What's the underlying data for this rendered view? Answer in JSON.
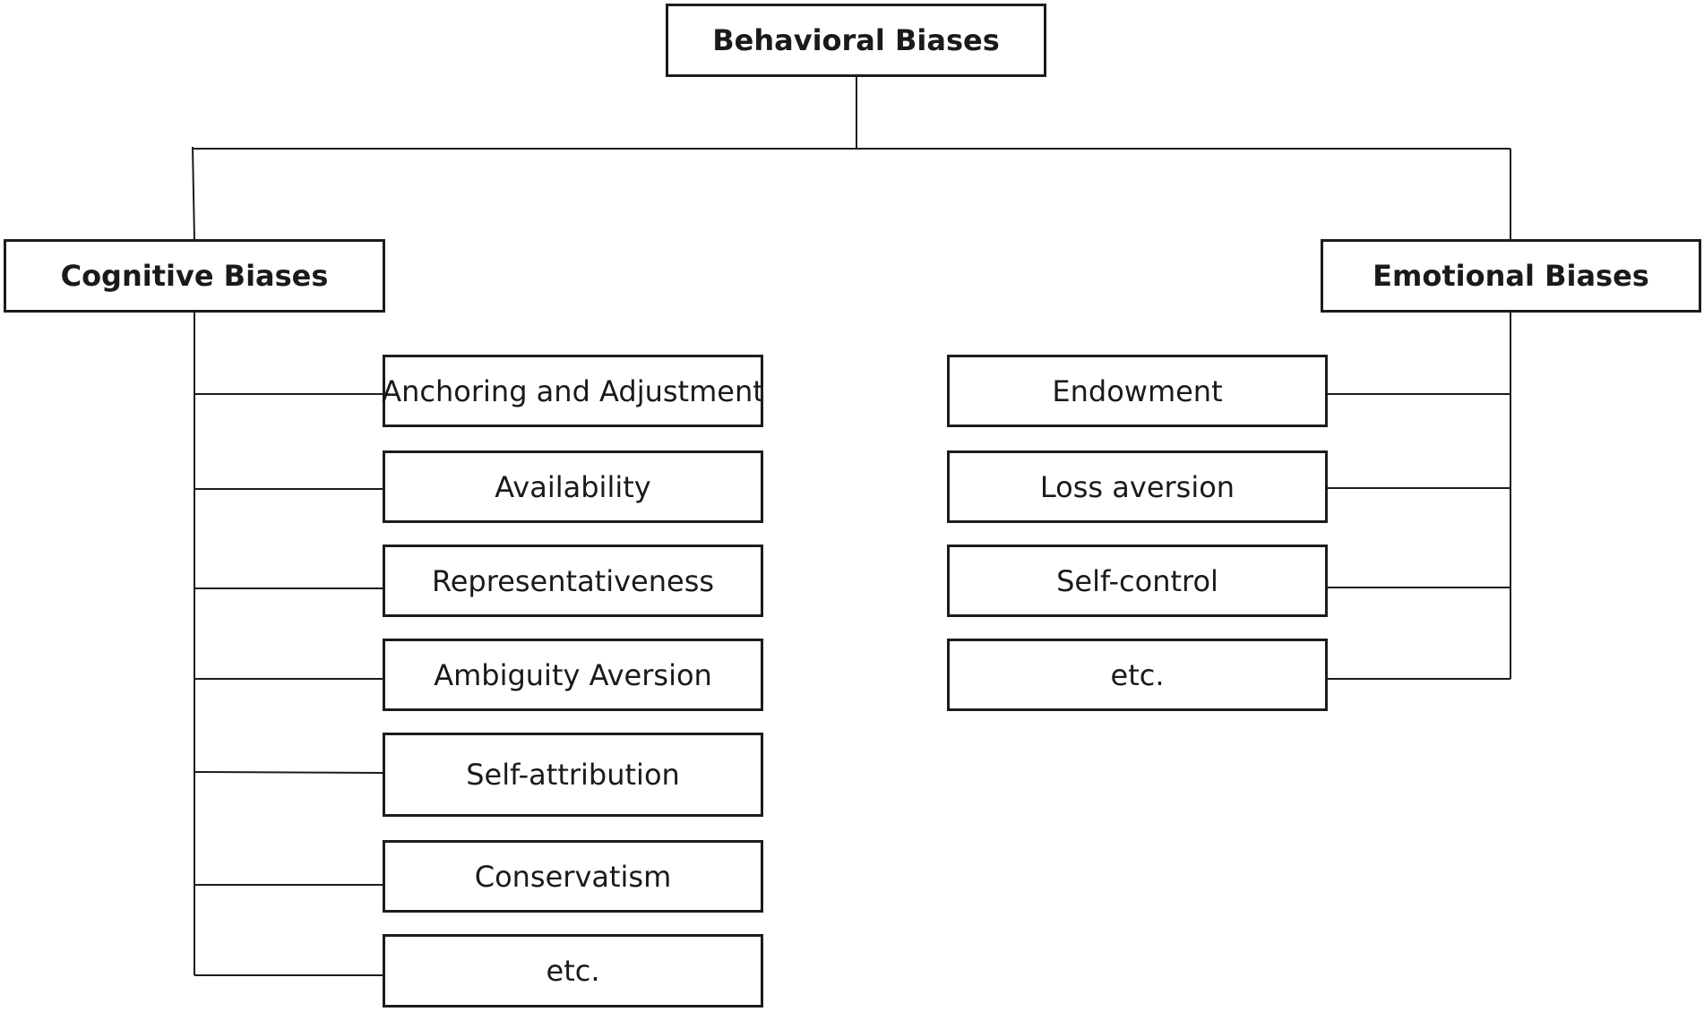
{
  "root": {
    "label": "Behavioral Biases"
  },
  "branches": [
    {
      "label": "Cognitive Biases",
      "items": [
        "Anchoring and Adjustment",
        "Availability",
        "Representativeness",
        "Ambiguity Aversion",
        "Self-attribution",
        "Conservatism",
        "etc."
      ]
    },
    {
      "label": "Emotional Biases",
      "items": [
        "Endowment",
        "Loss aversion",
        "Self-control",
        "etc."
      ]
    }
  ],
  "colors": {
    "stroke": "#1c1c1c",
    "background": "#ffffff"
  }
}
